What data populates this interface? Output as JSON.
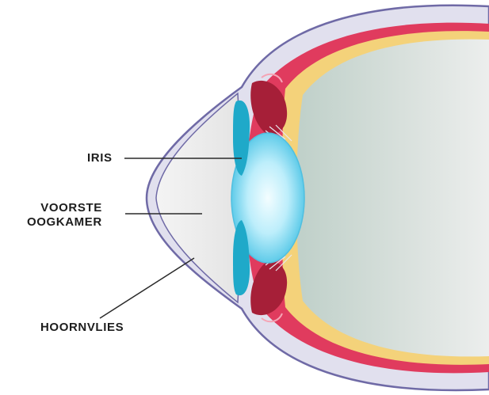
{
  "labels": {
    "iris": "IRIS",
    "anterior_chamber_line1": "VOORSTE",
    "anterior_chamber_line2": "OOGKAMER",
    "cornea": "HOORNVLIES"
  },
  "colors": {
    "sclera_outline": "#6f6aa6",
    "sclera_fill": "#e1e0ee",
    "choroid_red": "#e03b5e",
    "retina_yellow": "#f4d27a",
    "vitreous_gray": "#d3dcd8",
    "lens_blue": "#8fe0f5",
    "iris_teal": "#1fa9c9",
    "cornea_fill": "#eeeeee",
    "pointer_line": "#2a2a2a"
  }
}
